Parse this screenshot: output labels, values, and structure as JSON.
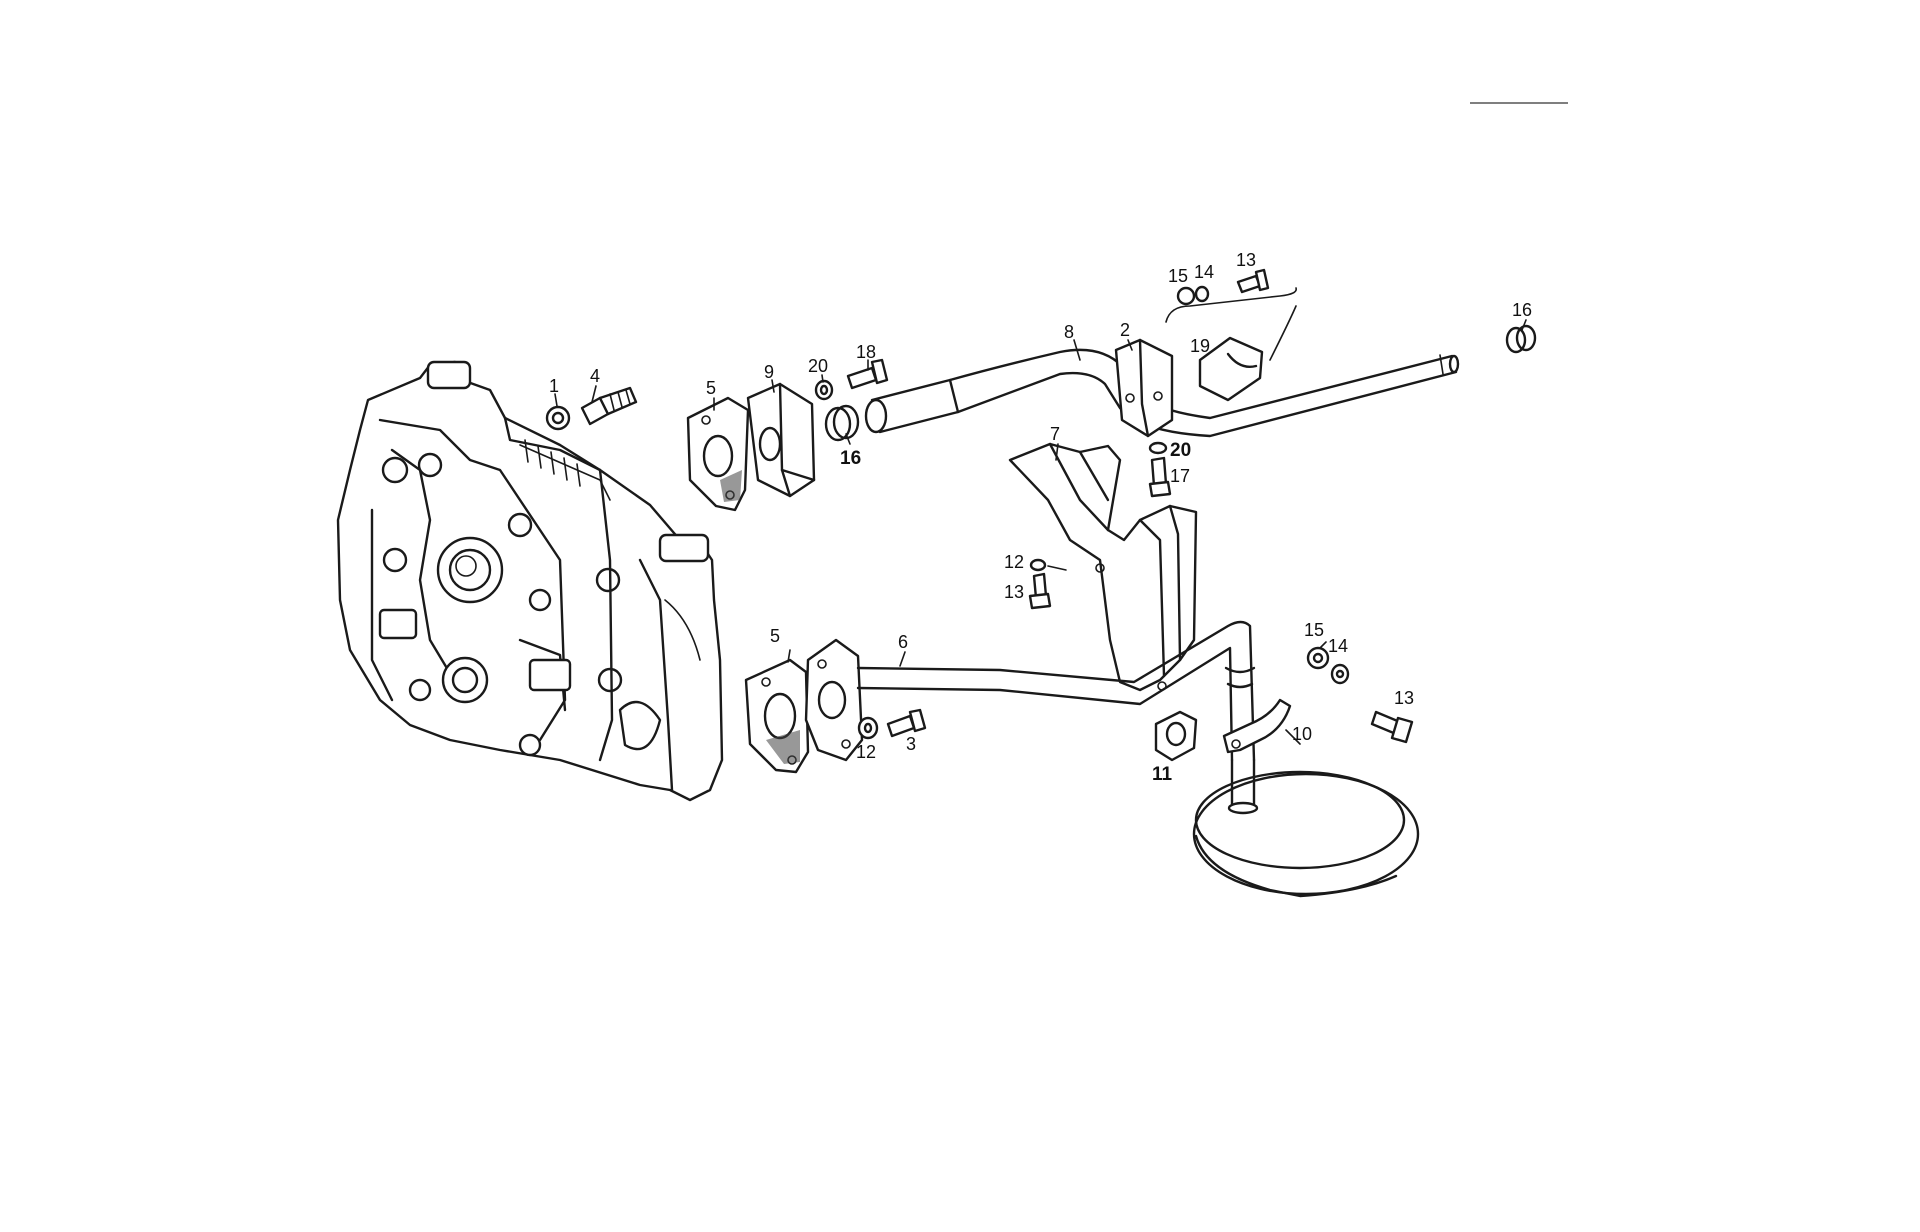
{
  "diagram": {
    "labels": [
      {
        "id": "1",
        "text": "1",
        "bold": false
      },
      {
        "id": "4",
        "text": "4",
        "bold": false
      },
      {
        "id": "5a",
        "text": "5",
        "bold": false
      },
      {
        "id": "9",
        "text": "9",
        "bold": false
      },
      {
        "id": "20a",
        "text": "20",
        "bold": false
      },
      {
        "id": "18",
        "text": "18",
        "bold": false
      },
      {
        "id": "16a",
        "text": "16",
        "bold": true
      },
      {
        "id": "8",
        "text": "8",
        "bold": false
      },
      {
        "id": "2",
        "text": "2",
        "bold": false
      },
      {
        "id": "15a",
        "text": "15",
        "bold": false
      },
      {
        "id": "14a",
        "text": "14",
        "bold": false
      },
      {
        "id": "13a",
        "text": "13",
        "bold": false
      },
      {
        "id": "19",
        "text": "19",
        "bold": false
      },
      {
        "id": "16b",
        "text": "16",
        "bold": false
      },
      {
        "id": "7",
        "text": "7",
        "bold": false
      },
      {
        "id": "20b",
        "text": "20",
        "bold": true
      },
      {
        "id": "17",
        "text": "17",
        "bold": false
      },
      {
        "id": "12a",
        "text": "12",
        "bold": false
      },
      {
        "id": "13b",
        "text": "13",
        "bold": false
      },
      {
        "id": "5b",
        "text": "5",
        "bold": false
      },
      {
        "id": "6",
        "text": "6",
        "bold": false
      },
      {
        "id": "12b",
        "text": "12",
        "bold": false
      },
      {
        "id": "3",
        "text": "3",
        "bold": false
      },
      {
        "id": "15b",
        "text": "15",
        "bold": false
      },
      {
        "id": "14b",
        "text": "14",
        "bold": false
      },
      {
        "id": "13c",
        "text": "13",
        "bold": false
      },
      {
        "id": "10",
        "text": "10",
        "bold": false
      },
      {
        "id": "11",
        "text": "11",
        "bold": true
      }
    ]
  }
}
